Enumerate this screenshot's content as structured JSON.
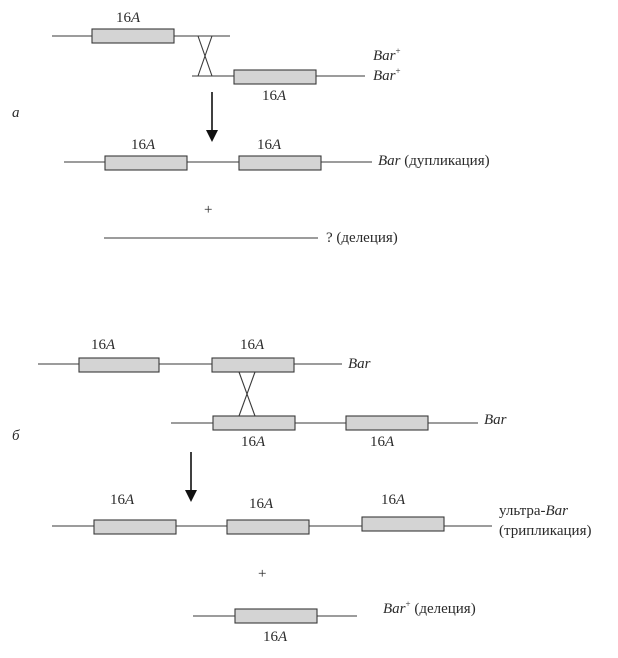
{
  "gene": "16",
  "gene_italic": "A",
  "panel_a": {
    "letter": "а",
    "bar": "Bar",
    "plus_sup": "+",
    "duplication": "(дупликация)",
    "plus": "+",
    "deletion": "? (делеция)"
  },
  "panel_b": {
    "letter": "б",
    "bar": "Bar",
    "ultra_prefix": "ультра-",
    "triplication": "(трипликация)",
    "plus": "+",
    "plus_sup": "+",
    "deletion": "(делеция)"
  }
}
